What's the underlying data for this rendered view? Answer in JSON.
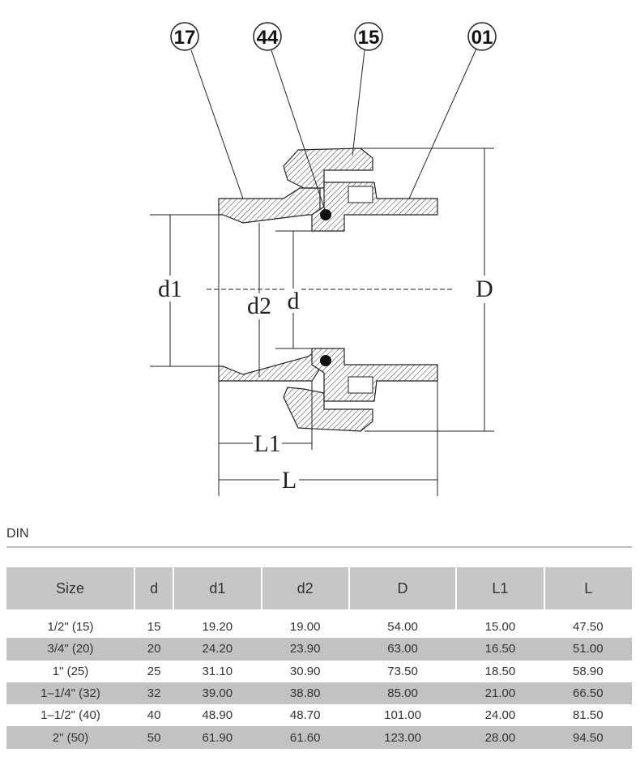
{
  "drawing": {
    "part_numbers": [
      "17",
      "44",
      "15",
      "01"
    ],
    "dimensions": {
      "d1": "d1",
      "d2": "d2",
      "d": "d",
      "D": "D",
      "L1": "L1",
      "L": "L"
    }
  },
  "section_title": "DIN",
  "table": {
    "headers": [
      "Size",
      "d",
      "d1",
      "d2",
      "D",
      "L1",
      "L"
    ],
    "rows": [
      [
        "1/2\"  (15)",
        "15",
        "19.20",
        "19.00",
        "54.00",
        "15.00",
        "47.50"
      ],
      [
        "3/4\"  (20)",
        "20",
        "24.20",
        "23.90",
        "63.00",
        "16.50",
        "51.00"
      ],
      [
        "1\"  (25)",
        "25",
        "31.10",
        "30.90",
        "73.50",
        "18.50",
        "58.90"
      ],
      [
        "1–1/4\"  (32)",
        "32",
        "39.00",
        "38.80",
        "85.00",
        "21.00",
        "66.50"
      ],
      [
        "1–1/2\"  (40)",
        "40",
        "48.90",
        "48.70",
        "101.00",
        "24.00",
        "81.50"
      ],
      [
        "2\"  (50)",
        "50",
        "61.90",
        "61.60",
        "123.00",
        "28.00",
        "94.50"
      ]
    ]
  }
}
